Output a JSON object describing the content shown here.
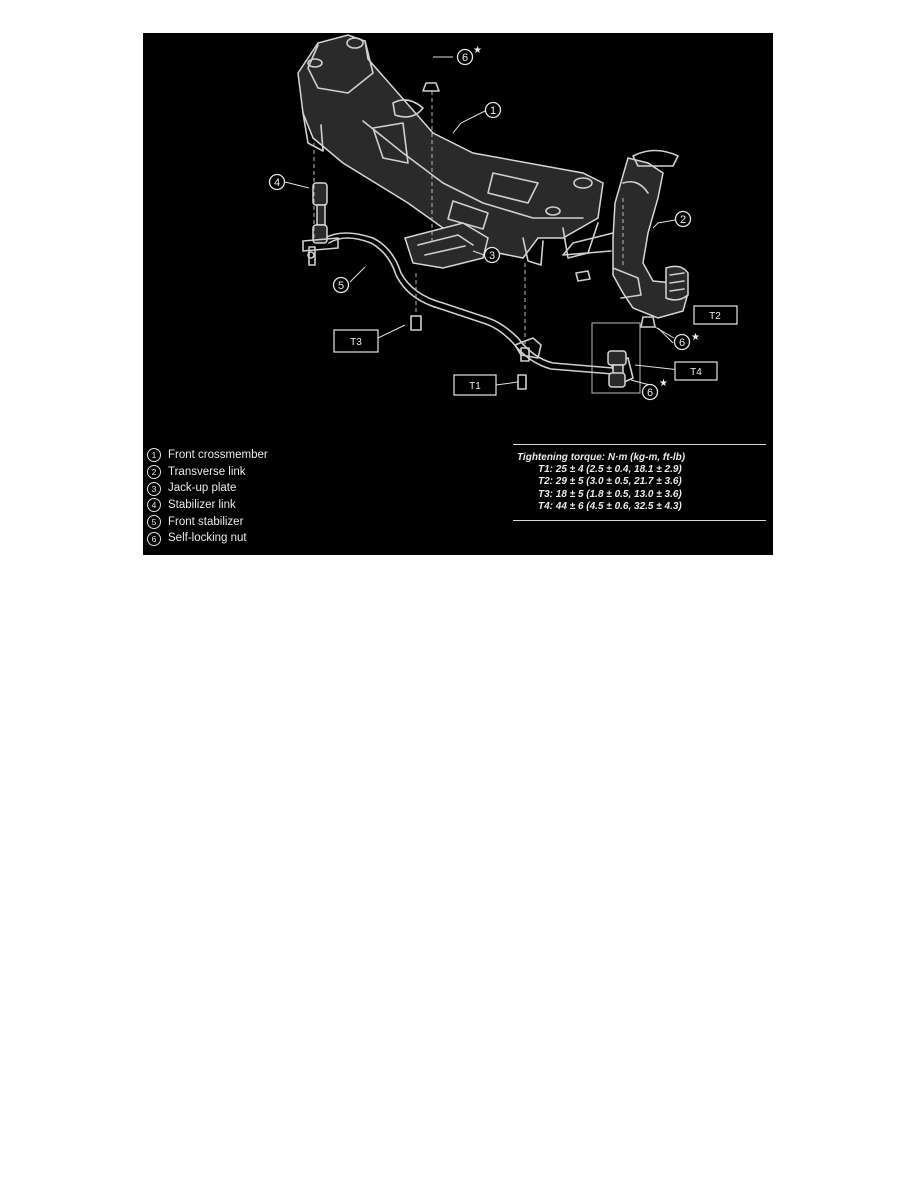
{
  "figure": {
    "background": "#000000",
    "foreground": "#e6e6e6"
  },
  "callouts": [
    {
      "num": "1",
      "label": "Front crossmember"
    },
    {
      "num": "2",
      "label": "Transverse link"
    },
    {
      "num": "3",
      "label": "Jack-up plate"
    },
    {
      "num": "4",
      "label": "Stabilizer link"
    },
    {
      "num": "5",
      "label": "Front stabilizer"
    },
    {
      "num": "6",
      "label": "Self-locking nut"
    }
  ],
  "diagram_markers": {
    "star": "★",
    "torque_tags": {
      "t1": "T1",
      "t2": "T2",
      "t3": "T3",
      "t4": "T4"
    }
  },
  "torque": {
    "title": "Tightening torque: N·m (kg-m, ft-lb)",
    "rows": [
      "T1: 25 ± 4 (2.5 ± 0.4, 18.1 ± 2.9)",
      "T2: 29 ± 5 (3.0 ± 0.5, 21.7 ± 3.6)",
      "T3: 18 ± 5 (1.8 ± 0.5, 13.0 ± 3.6)",
      "T4: 44 ± 6 (4.5 ± 0.6, 32.5 ± 4.3)"
    ]
  }
}
